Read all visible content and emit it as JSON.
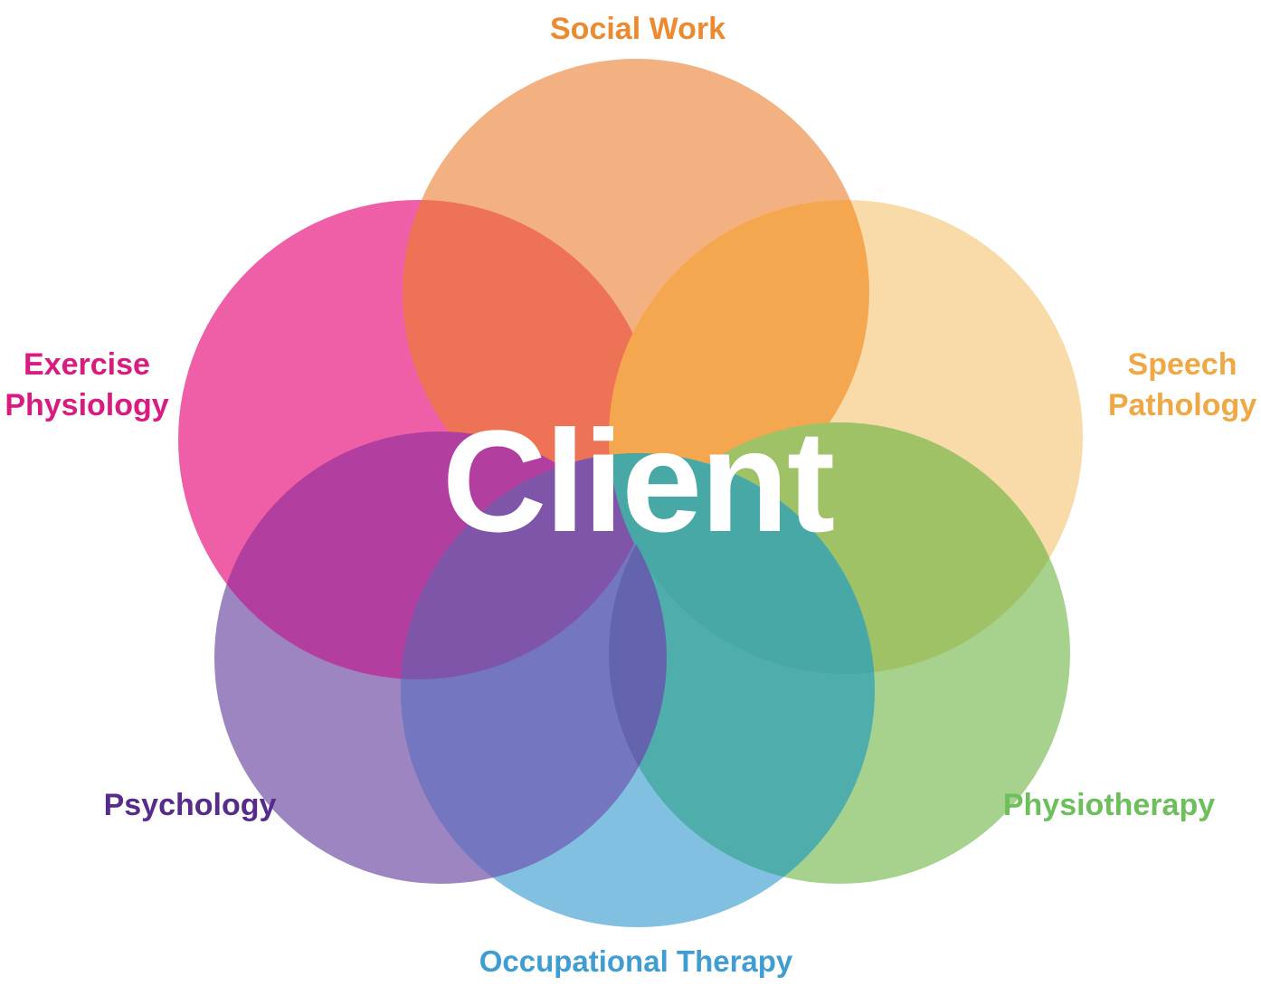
{
  "diagram": {
    "type": "venn-rosette",
    "background": "#FFFFFF",
    "center_label": {
      "text": "Client",
      "color": "#FFFFFF"
    },
    "disciplines": {
      "social_work": {
        "label": "Social Work",
        "text_color": "#EC8A2F",
        "circle_color": "#F3B080",
        "position": "top"
      },
      "speech_pathology": {
        "label": "Speech Pathology",
        "label_lines": [
          "Speech",
          "Pathology"
        ],
        "text_color": "#F0A844",
        "circle_color": "#F8DBA9",
        "position": "upper-right"
      },
      "physiotherapy": {
        "label": "Physiotherapy",
        "text_color": "#6CBF5B",
        "circle_color": "#A7D28D",
        "position": "lower-right"
      },
      "occupational_therapy": {
        "label": "Occupational Therapy",
        "text_color": "#3F9DD4",
        "circle_color": "#82C0E2",
        "position": "bottom"
      },
      "psychology": {
        "label": "Psychology",
        "text_color": "#562B8C",
        "circle_color": "#9C85C1",
        "position": "lower-left"
      },
      "exercise_physiology": {
        "label": "Exercise Physiology",
        "label_lines": [
          "Exercise",
          "Physiology"
        ],
        "text_color": "#D91A81",
        "circle_color": "#EE5FA8",
        "position": "upper-left"
      }
    },
    "overlaps": {
      "exercise_social": "#EE7356",
      "social_speech": "#F5A74F",
      "speech_physio": "#9FC266",
      "physio_occupational": "#4FAEAB",
      "occupational_psychology": "#7476C0",
      "psychology_exercise": "#B23FA0",
      "exercise_occupational": "#7E55A8",
      "speech_occupational": "#47A8A6",
      "psychology_physio": "#6463AE",
      "social_occupational": "#4AA9AB"
    }
  }
}
